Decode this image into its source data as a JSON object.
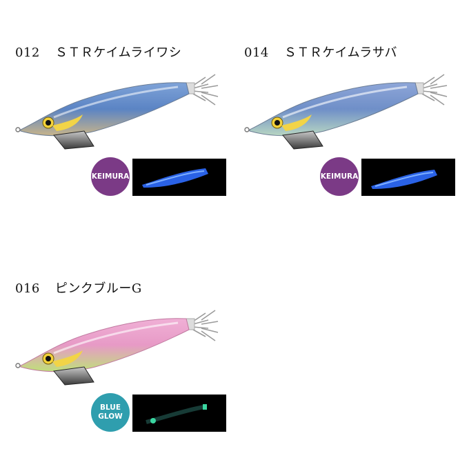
{
  "products": [
    {
      "code": "012",
      "name": "ＳＴＲケイムライワシ",
      "badge": "KEIMURA",
      "badge_color": "#7b3a86",
      "body_color_top": "#5b84c4",
      "body_color_bottom": "#c8b48a",
      "glow_color": "#2f6dff"
    },
    {
      "code": "014",
      "name": "ＳＴＲケイムラサバ",
      "badge": "KEIMURA",
      "badge_color": "#7b3a86",
      "body_color_top": "#6f8fc8",
      "body_color_bottom": "#b8d6c2",
      "glow_color": "#2f6dff"
    },
    {
      "code": "016",
      "name": "ピンクブルーG",
      "badge": "BLUE\nGLOW",
      "badge_color": "#2f9eae",
      "body_color_top": "#e79ac6",
      "body_color_bottom": "#bfe07a",
      "glow_color": "#3ad6a0"
    }
  ]
}
